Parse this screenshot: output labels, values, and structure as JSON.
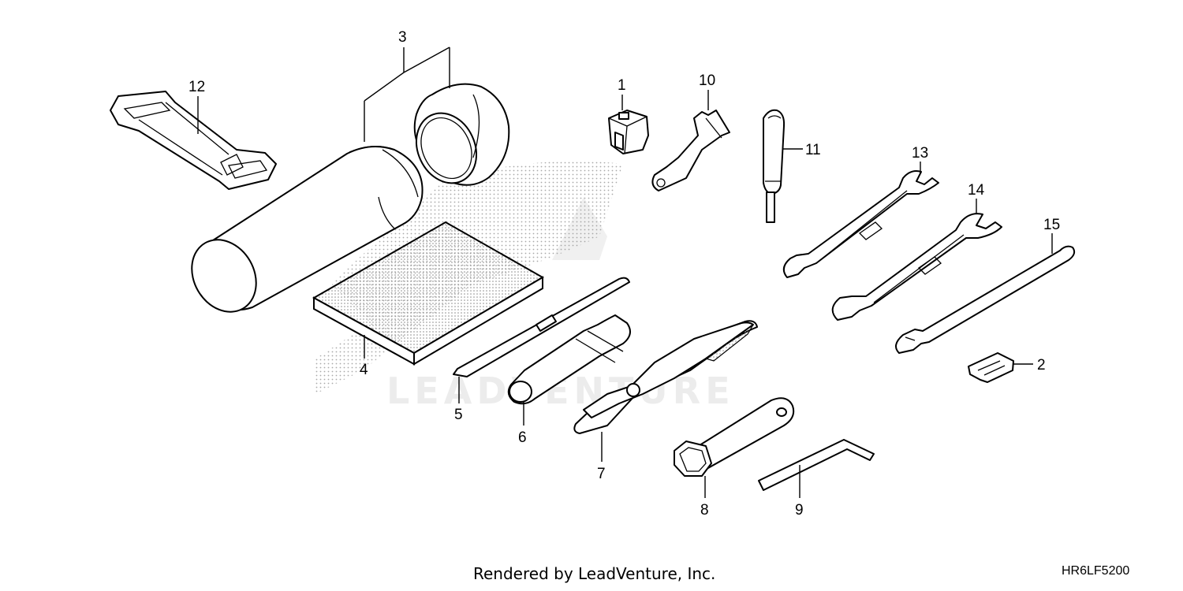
{
  "diagram": {
    "callouts": {
      "c1": "1",
      "c2": "2",
      "c3": "3",
      "c4": "4",
      "c5": "5",
      "c6": "6",
      "c7": "7",
      "c8": "8",
      "c9": "9",
      "c10": "10",
      "c11": "11",
      "c12": "12",
      "c13": "13",
      "c14": "14",
      "c15": "15"
    },
    "watermark": "LEADVENTURE",
    "footer_text": "Rendered by LeadVenture, Inc.",
    "diagram_code": "HR6LF5200"
  }
}
